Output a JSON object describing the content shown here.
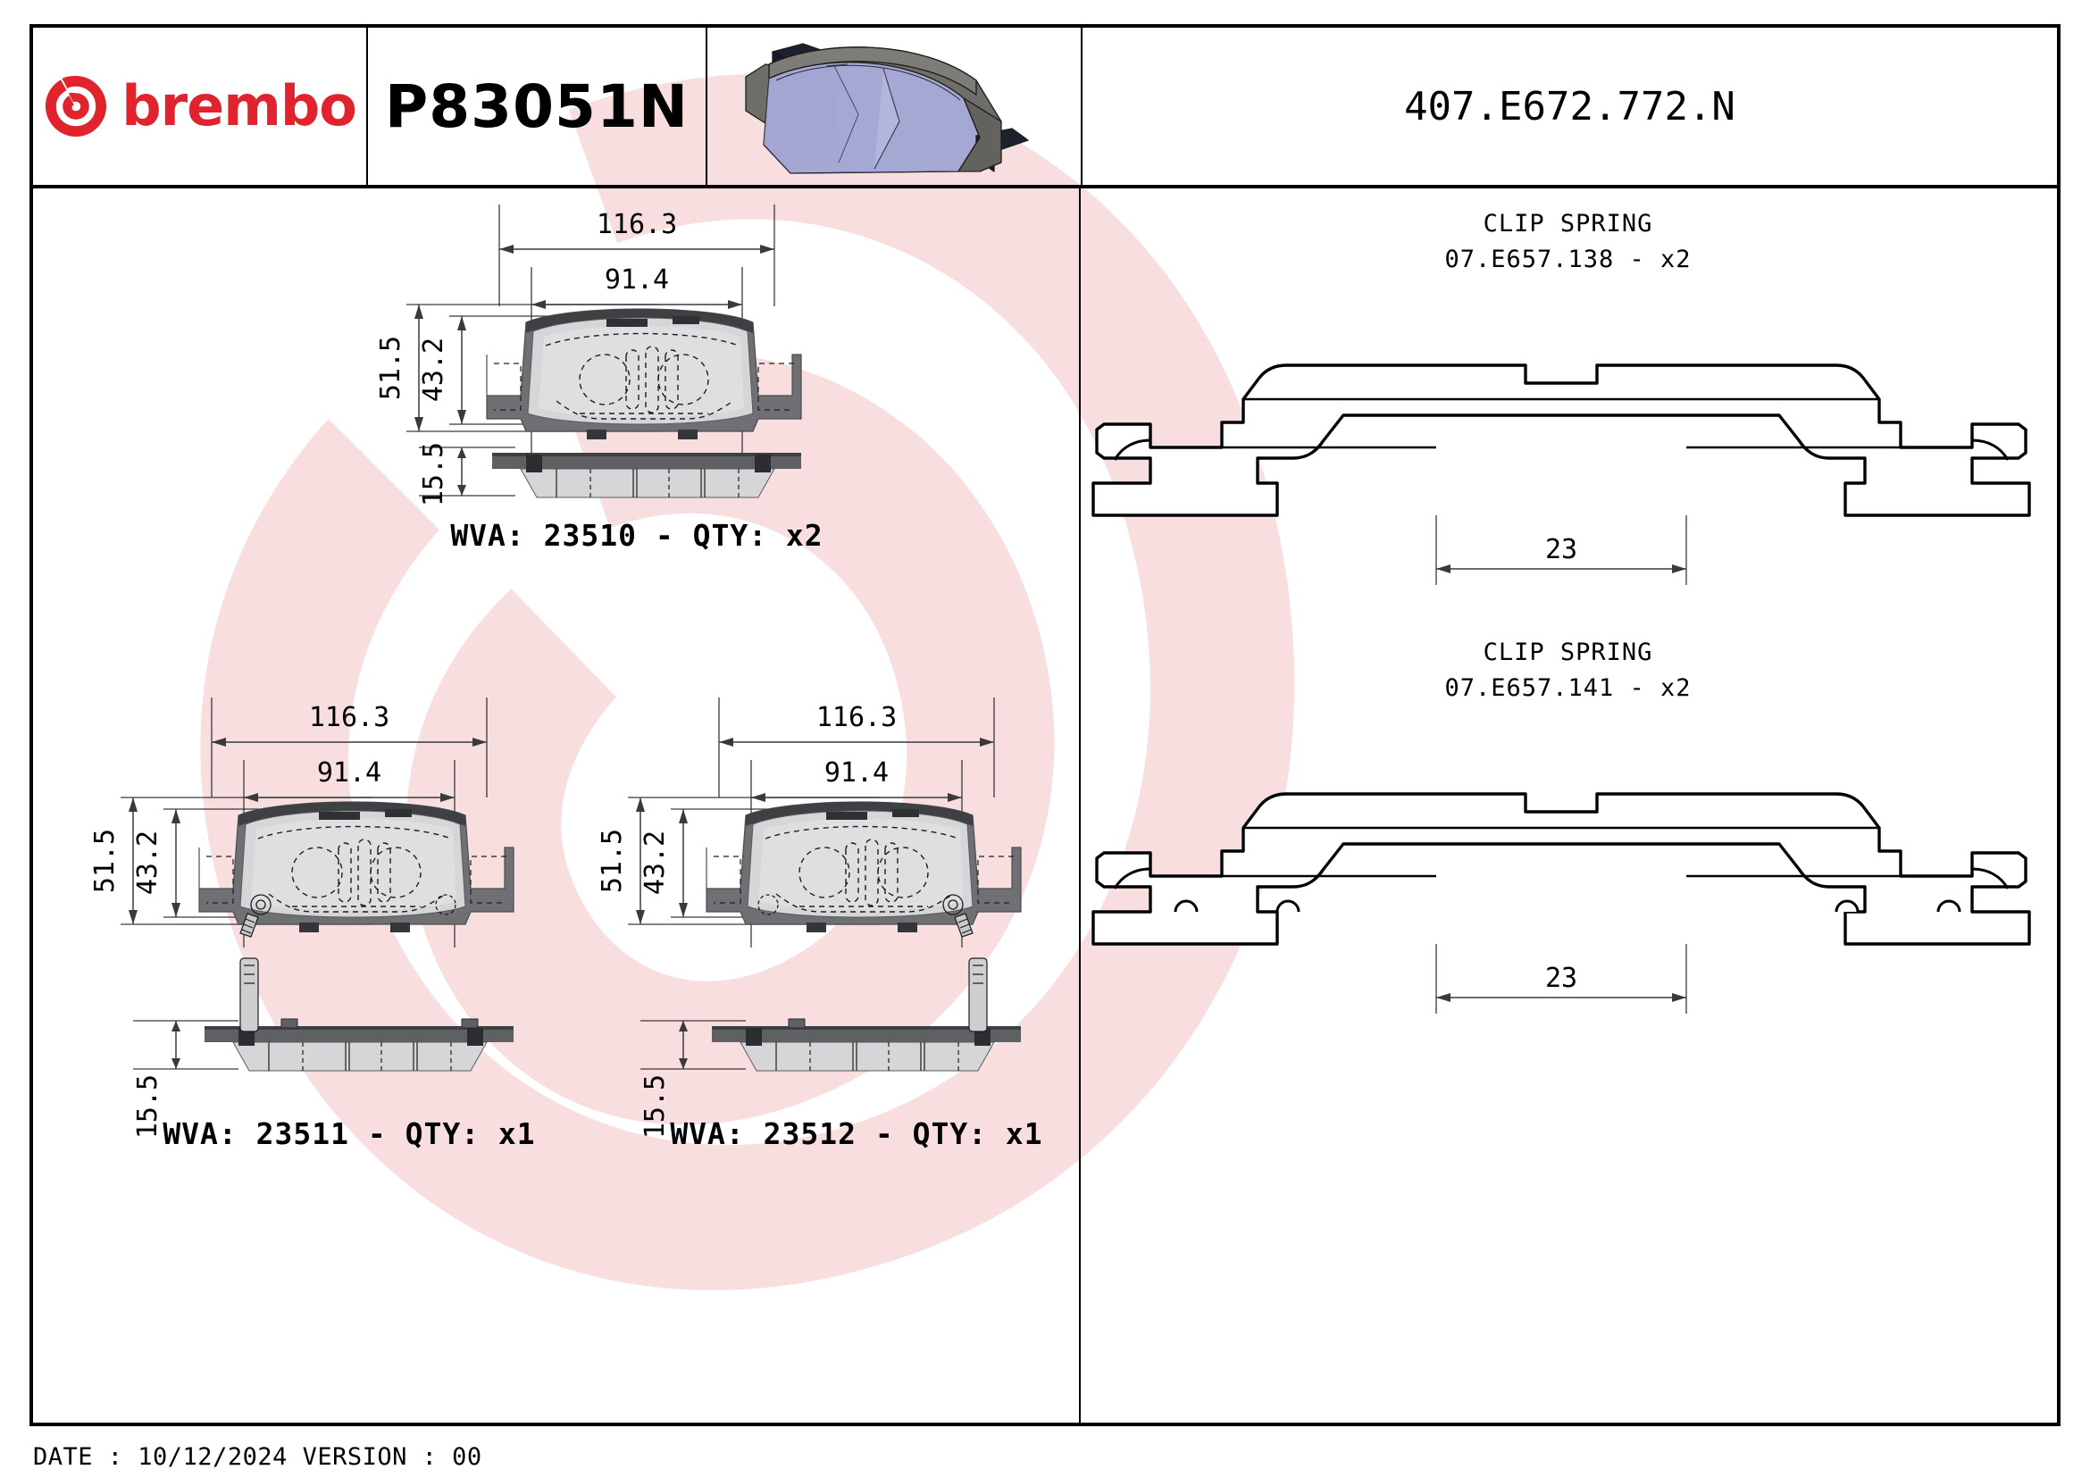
{
  "header": {
    "brand": "brembo",
    "brand_color": "#e1232e",
    "logo_icon": "brembo-circle-b-logo",
    "part_number": "P83051N",
    "reference_number": "407.E672.772.N",
    "iso_view_icon": "brake-pad-3d-isometric-view"
  },
  "footer": {
    "text": "DATE : 10/12/2024 VERSION : 00",
    "date": "10/12/2024",
    "version": "00"
  },
  "watermark": {
    "icon": "brembo-b-watermark",
    "color": "#f7dcdc"
  },
  "pads": [
    {
      "id": "pad-top",
      "wva_label": "WVA: 23510 - QTY: x2",
      "wva": "23510",
      "qty": "x2",
      "dims": {
        "width_overall": "116.3",
        "width_inner": "91.4",
        "height_overall": "51.5",
        "height_inner": "43.2",
        "thickness": "15.5"
      },
      "has_wear_sensor": false
    },
    {
      "id": "pad-bottom-left",
      "wva_label": "WVA: 23511 - QTY: x1",
      "wva": "23511",
      "qty": "x1",
      "dims": {
        "width_overall": "116.3",
        "width_inner": "91.4",
        "height_overall": "51.5",
        "height_inner": "43.2",
        "thickness": "15.5"
      },
      "has_wear_sensor": true
    },
    {
      "id": "pad-bottom-right",
      "wva_label": "WVA: 23512 - QTY: x1",
      "wva": "23512",
      "qty": "x1",
      "dims": {
        "width_overall": "116.3",
        "width_inner": "91.4",
        "height_overall": "51.5",
        "height_inner": "43.2",
        "thickness": "15.5"
      },
      "has_wear_sensor": true
    }
  ],
  "clip_springs": [
    {
      "id": "clip-spring-1",
      "title": "CLIP SPRING",
      "code_line": "07.E657.138 - x2",
      "code": "07.E657.138",
      "qty": "x2",
      "dim_width": "23"
    },
    {
      "id": "clip-spring-2",
      "title": "CLIP SPRING",
      "code_line": "07.E657.141 - x2",
      "code": "07.E657.141",
      "qty": "x2",
      "dim_width": "23"
    }
  ],
  "colors": {
    "backing_plate": "#6f7073",
    "backing_plate_dark": "#4b4c4f",
    "friction": "#d3d3d5",
    "friction_light": "#e2e2e4",
    "iso_pad_face": "#a6a8d4",
    "iso_pad_plate": "#5a5853",
    "line": "#000000",
    "dim_line": "#3a3a3a"
  }
}
